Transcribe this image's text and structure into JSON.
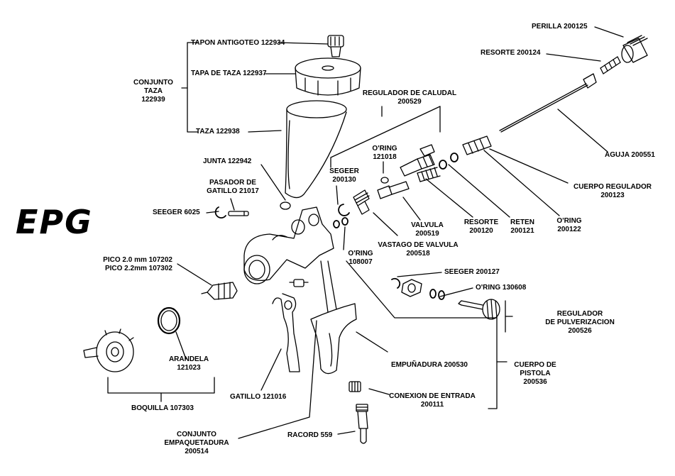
{
  "brand": "EPG",
  "labels": {
    "tapon": "TAPON ANTIGOTEO 122934",
    "tapa": "TAPA DE TAZA 122937",
    "conjunto_taza": [
      "CONJUNTO",
      "TAZA",
      "122939"
    ],
    "taza": "TAZA 122938",
    "junta": "JUNTA 122942",
    "pasador": [
      "PASADOR DE",
      "GATILLO 21017"
    ],
    "seeger6025": "SEEGER 6025",
    "pico": [
      "PICO 2.0 mm 107202",
      "PICO 2.2mm 107302"
    ],
    "arandela": [
      "ARANDELA",
      "121023"
    ],
    "boquilla": "BOQUILLA 107303",
    "gatillo": "GATILLO 121016",
    "empaquetadura": [
      "CONJUNTO",
      "EMPAQUETADURA",
      "200514"
    ],
    "racord": "RACORD 559",
    "conexion": [
      "CONEXION DE ENTRADA",
      "200111"
    ],
    "empunadura": "EMPUÑADURA 200530",
    "cuerpo_pistola": [
      "CUERPO DE",
      "PISTOLA",
      "200536"
    ],
    "regulador_pulv": [
      "REGULADOR",
      "DE PULVERIZACION",
      "200526"
    ],
    "oring130608": "O'RING 130608",
    "seeger200127": "SEEGER 200127",
    "segeer": [
      "SEGEER",
      "200130"
    ],
    "oring121018": [
      "O'RING",
      "121018"
    ],
    "oring108007": [
      "O'RING",
      "108007"
    ],
    "vastago": [
      "VASTAGO DE VALVULA",
      "200518"
    ],
    "valvula": [
      "VALVULA",
      "200519"
    ],
    "resorte200120": [
      "RESORTE",
      "200120"
    ],
    "reten": [
      "RETEN",
      "200121"
    ],
    "oring200122": [
      "O'RING",
      "200122"
    ],
    "regulador_caudal": [
      "REGULADOR DE CALUDAL",
      "200529"
    ],
    "cuerpo_regulador": [
      "CUERPO REGULADOR",
      "200123"
    ],
    "aguja": "AGUJA 200551",
    "resorte200124": "RESORTE 200124",
    "perilla": "PERILLA  200125"
  }
}
